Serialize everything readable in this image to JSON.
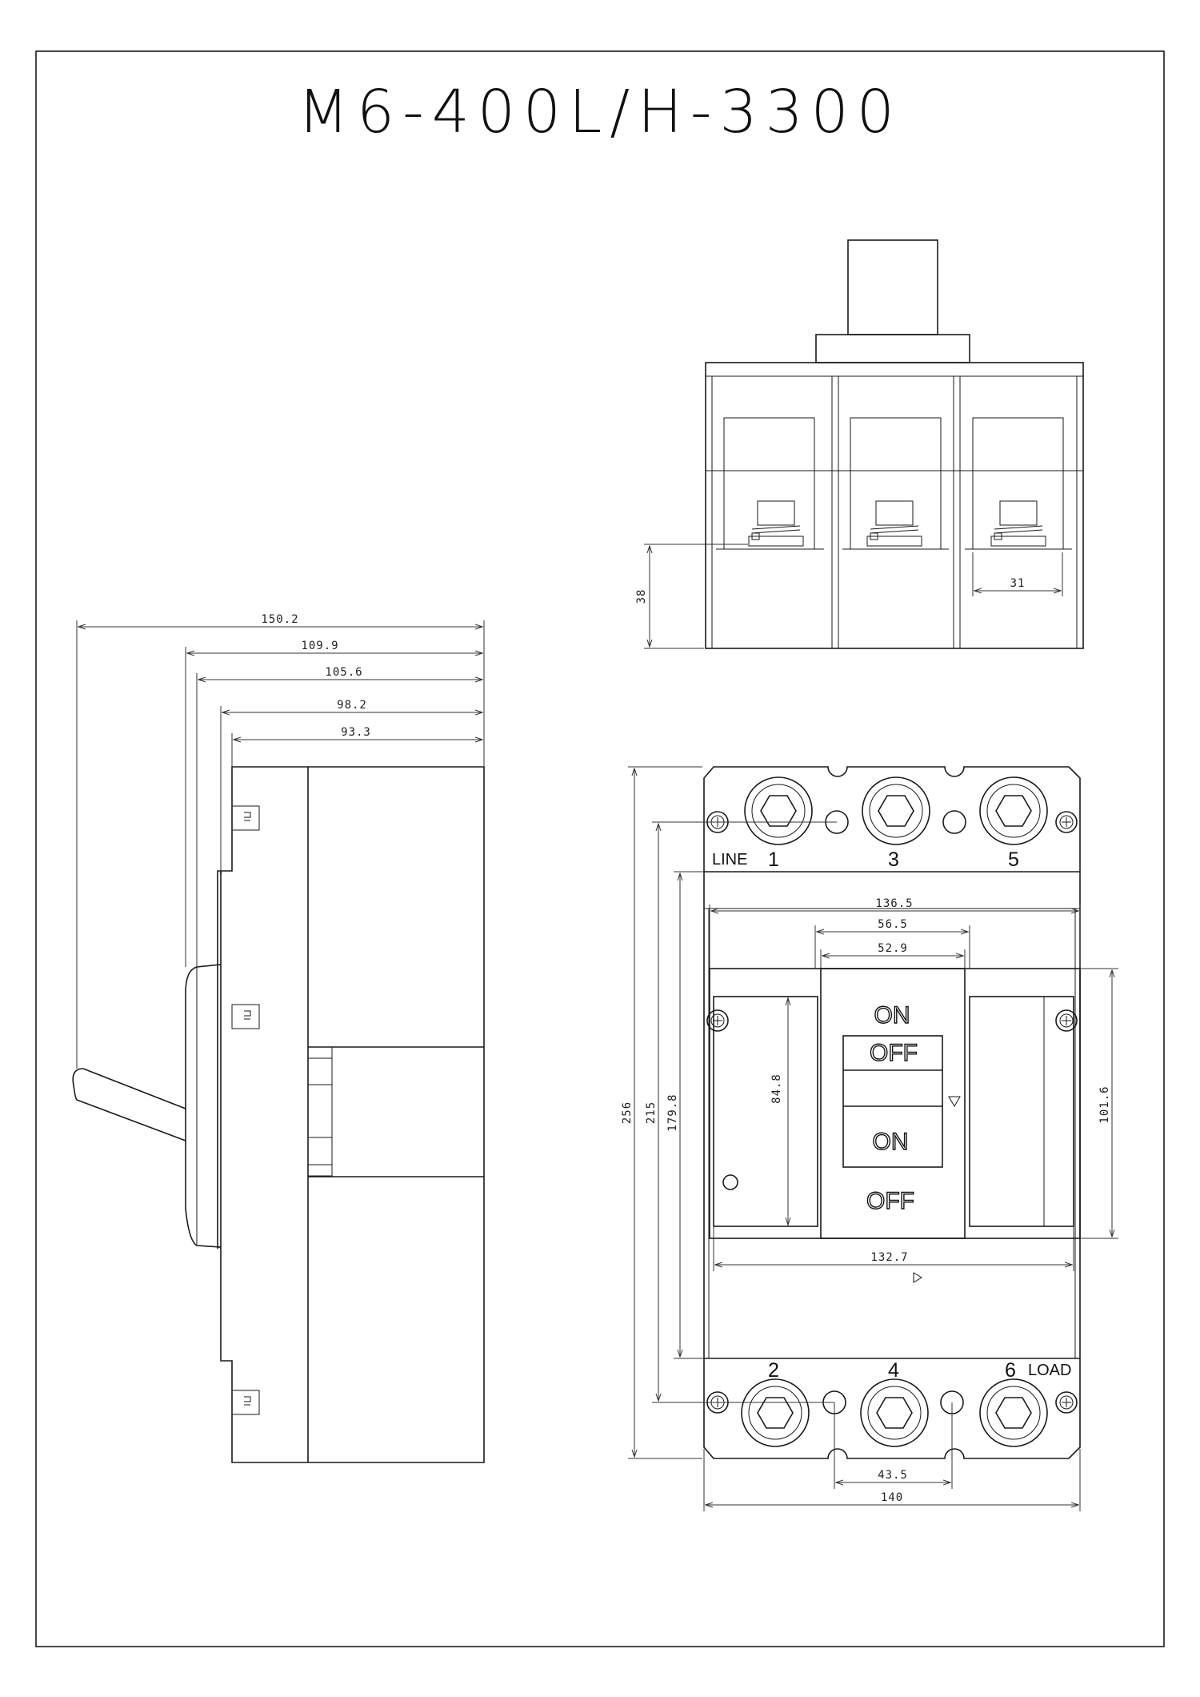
{
  "title": "M6-400L/H-3300",
  "side_view": {
    "dims": [
      "150.2",
      "109.9",
      "105.6",
      "98.2",
      "93.3"
    ]
  },
  "top_view": {
    "dim_height": "38",
    "dim_width": "31"
  },
  "front_view": {
    "line_label": "LINE",
    "load_label": "LOAD",
    "line_terminals": [
      "1",
      "3",
      "5"
    ],
    "load_terminals": [
      "2",
      "4",
      "6"
    ],
    "switch": {
      "on_top": "ON",
      "off_upper": "OFF",
      "on_lower": "ON",
      "off_bottom": "OFF"
    },
    "dims": {
      "overall_height": "256",
      "mounting_height": "215",
      "inner_height": "179.8",
      "cover_width": "136.5",
      "handle_width": "56.5",
      "handle_inner": "52.9",
      "window_height": "84.8",
      "cover_height": "101.6",
      "lower_width": "132.7",
      "terminal_pitch": "43.5",
      "overall_width": "140"
    }
  }
}
